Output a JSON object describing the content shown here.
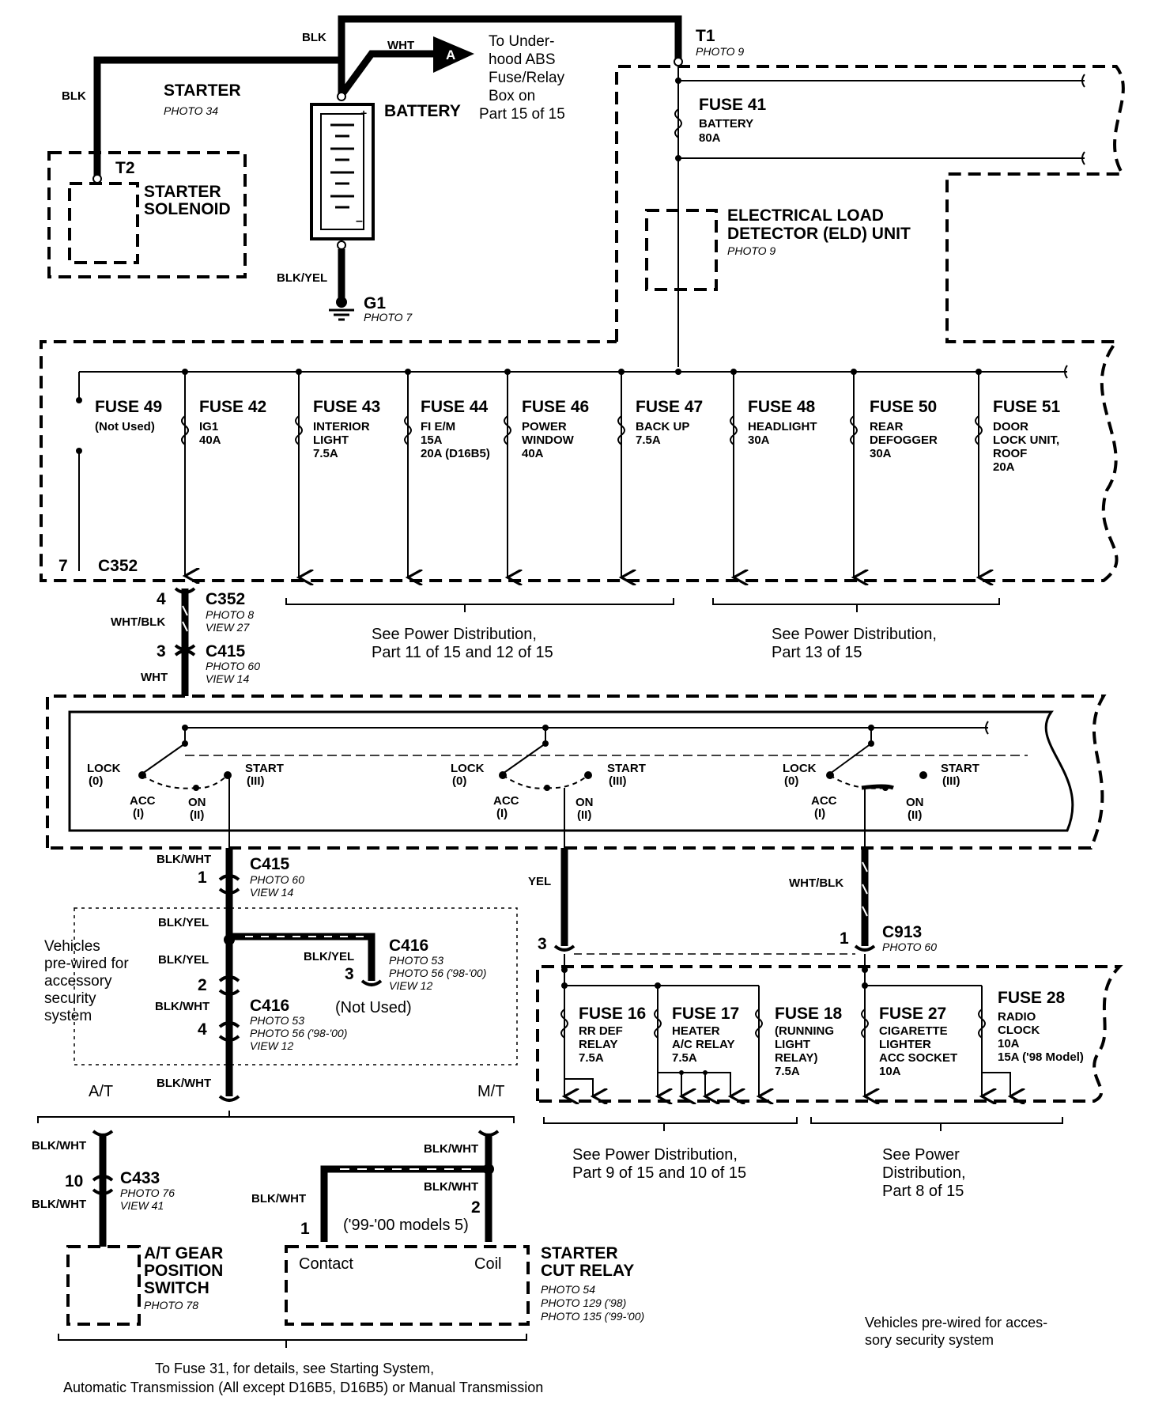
{
  "top": {
    "blk_left": "BLK",
    "blk_top": "BLK",
    "wht": "WHT",
    "conn_a": "A",
    "abs_to": [
      "To Under-",
      "hood ABS",
      "Fuse/Relay",
      "Box on",
      "Part 15 of 15"
    ],
    "t1": "T1",
    "t1_photo": "PHOTO 9",
    "starter": "STARTER",
    "starter_photo": "PHOTO 34",
    "t2": "T2",
    "solenoid": [
      "STARTER",
      "SOLENOID"
    ],
    "battery": "BATTERY",
    "plus": "+",
    "minus": "–",
    "blk_yel": "BLK/YEL",
    "g1": "G1",
    "g1_photo": "PHOTO 7",
    "fuse41": "FUSE 41",
    "fuse41_sub": [
      "BATTERY",
      "80A"
    ],
    "eld": [
      "ELECTRICAL LOAD",
      "DETECTOR (ELD) UNIT"
    ],
    "eld_photo": "PHOTO 9"
  },
  "fuses_row1": [
    {
      "name": "FUSE 49",
      "lines": [
        "(Not Used)"
      ]
    },
    {
      "name": "FUSE 42",
      "lines": [
        "IG1",
        "40A"
      ]
    },
    {
      "name": "FUSE 43",
      "lines": [
        "INTERIOR",
        "LIGHT",
        "7.5A"
      ]
    },
    {
      "name": "FUSE 44",
      "lines": [
        "FI E/M",
        "15A",
        "20A (D16B5)"
      ]
    },
    {
      "name": "FUSE 46",
      "lines": [
        "POWER",
        "WINDOW",
        "40A"
      ]
    },
    {
      "name": "FUSE 47",
      "lines": [
        "BACK UP",
        "7.5A"
      ]
    },
    {
      "name": "FUSE 48",
      "lines": [
        "HEADLIGHT",
        "30A"
      ]
    },
    {
      "name": "FUSE 50",
      "lines": [
        "REAR",
        "DEFOGGER",
        "30A"
      ]
    },
    {
      "name": "FUSE 51",
      "lines": [
        "DOOR",
        "LOCK UNIT,",
        "ROOF",
        "20A"
      ]
    }
  ],
  "c352_box": {
    "pin": "7",
    "label": "C352"
  },
  "conn_stack_top": {
    "pin4": "4",
    "c352": "C352",
    "c352_photo": "PHOTO 8",
    "c352_view": "VIEW  27",
    "wht_blk": "WHT/BLK",
    "pin3": "3",
    "c415": "C415",
    "c415_photo": "PHOTO 60",
    "c415_view": "VIEW 14",
    "wht": "WHT"
  },
  "see_power_1": [
    "See Power Distribution,",
    "Part 11 of 15 and 12 of 15"
  ],
  "see_power_2": [
    "See Power Distribution,",
    "Part 13 of 15"
  ],
  "switch": {
    "lock": "LOCK",
    "lock0": "(0)",
    "start": "START",
    "start3": "(III)",
    "acc": "ACC",
    "acc1": "(I)",
    "on": "ON",
    "on2": "(II)"
  },
  "lower_left": {
    "blk_wht": "BLK/WHT",
    "pin1": "1",
    "c415": "C415",
    "c415_photo": "PHOTO 60",
    "c415_view": "VIEW 14",
    "blk_yel": "BLK/YEL",
    "c416": "C416",
    "c416_photo": "PHOTO 53",
    "c416_photo2": "PHOTO 56 ('98-'00)",
    "c416_view": "VIEW 12",
    "pin3": "3",
    "not_used": "(Not Used)",
    "pin2": "2",
    "pin4": "4",
    "vehicles_note": [
      "Vehicles",
      "pre-wired for",
      "accessory",
      "security",
      "system"
    ],
    "at": "A/T",
    "mt": "M/T",
    "pin10": "10",
    "c433": "C433",
    "c433_photo": "PHOTO 76",
    "c433_view": "VIEW 41",
    "at_gear": [
      "A/T GEAR",
      "POSITION",
      "SWITCH"
    ],
    "at_gear_photo": "PHOTO 78",
    "relay_pin1": "1",
    "relay_pin2": "2",
    "relay_models": "('99-'00 models 5)",
    "contact": "Contact",
    "coil": "Coil",
    "cut_relay": [
      "STARTER",
      "CUT RELAY"
    ],
    "cut_relay_photos": [
      "PHOTO 54",
      "PHOTO 129 ('98)",
      "PHOTO 135 ('99-'00)"
    ],
    "bottom_note": [
      "To Fuse 31, for details, see Starting System,",
      "Automatic Transmission (All except D16B5, D16B5) or Manual Transmission"
    ]
  },
  "lower_right": {
    "yel": "YEL",
    "wht_blk": "WHT/BLK",
    "pin3": "3",
    "pin1": "1",
    "c913": "C913",
    "c913_photo": "PHOTO 60",
    "fuses": [
      {
        "name": "FUSE 16",
        "lines": [
          "RR DEF",
          "RELAY",
          "7.5A"
        ]
      },
      {
        "name": "FUSE 17",
        "lines": [
          "HEATER",
          "A/C RELAY",
          "7.5A"
        ]
      },
      {
        "name": "FUSE 18",
        "lines": [
          "(RUNNING",
          "LIGHT",
          "RELAY)",
          "7.5A"
        ]
      },
      {
        "name": "FUSE 27",
        "lines": [
          "CIGARETTE",
          "LIGHTER",
          "ACC SOCKET",
          "10A"
        ]
      },
      {
        "name": "FUSE 28",
        "lines": [
          "RADIO",
          "CLOCK",
          "10A",
          "15A ('98 Model)"
        ]
      }
    ],
    "see_power_3": [
      "See Power Distribution,",
      "Part 9 of 15 and 10 of 15"
    ],
    "see_power_4": [
      "See Power",
      "Distribution,",
      "Part 8 of 15"
    ],
    "prewired_note": [
      "Vehicles pre-wired for acces-",
      "sory security system"
    ]
  }
}
